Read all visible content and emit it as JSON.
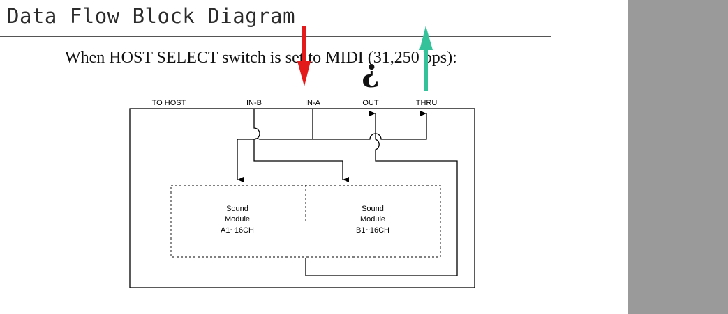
{
  "title": "Data Flow Block Diagram",
  "subtitle": "When HOST SELECT switch is set to MIDI (31,250 bps):",
  "ports": {
    "to_host": "TO HOST",
    "in_b": "IN-B",
    "in_a": "IN-A",
    "out": "OUT",
    "thru": "THRU"
  },
  "module_a": {
    "line1": "Sound",
    "line2": "Module",
    "line3": "A1~16CH"
  },
  "module_b": {
    "line1": "Sound",
    "line2": "Module",
    "line3": "B1~16CH"
  },
  "overlay": {
    "question_mark": "¿",
    "red_arrow_color": "#e41b1b",
    "green_arrow_color": "#33c29a"
  },
  "colors": {
    "side_panel": "#9a9a9a",
    "line": "#000000"
  }
}
